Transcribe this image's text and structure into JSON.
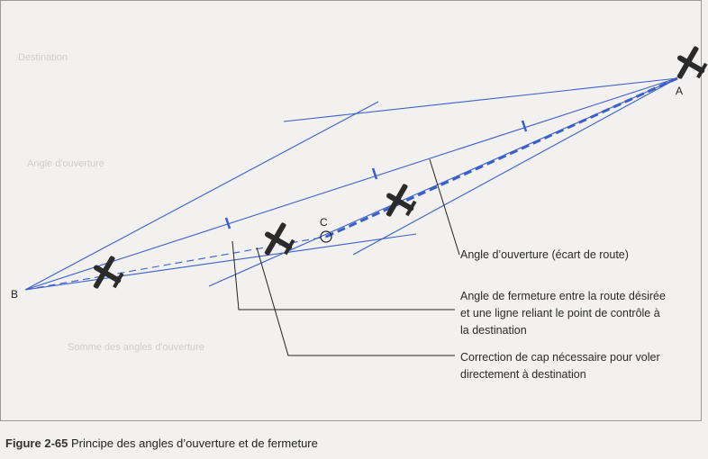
{
  "points": {
    "a": "A",
    "b": "B",
    "c": "C"
  },
  "annotations": {
    "opening": "Angle d’ouverture (écart de route)",
    "closing_1": "Angle de fermeture entre la route désirée",
    "closing_2": "et une ligne reliant le point de contrôle à",
    "closing_3": "la destination",
    "correction_1": "Correction de cap nécessaire pour voler",
    "correction_2": "directement à destination"
  },
  "caption": {
    "number": "Figure 2-65",
    "title": "Principe des angles d’ouverture et de fermeture"
  },
  "colors": {
    "line": "#3a5fc8",
    "text": "#2a2a2a"
  }
}
